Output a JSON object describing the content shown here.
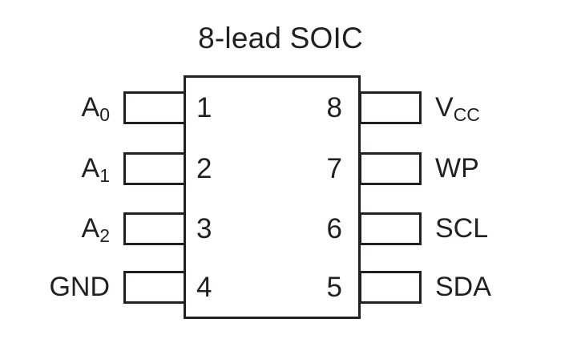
{
  "diagram": {
    "title": "8-lead SOIC",
    "package_type": "SOIC",
    "lead_count": 8,
    "line_color": "#231f20",
    "background_color": "#ffffff"
  },
  "pins": {
    "left": [
      {
        "number": "1",
        "label": "A",
        "subscript": "0",
        "full_label": "A0"
      },
      {
        "number": "2",
        "label": "A",
        "subscript": "1",
        "full_label": "A1"
      },
      {
        "number": "3",
        "label": "A",
        "subscript": "2",
        "full_label": "A2"
      },
      {
        "number": "4",
        "label": "GND",
        "subscript": "",
        "full_label": "GND"
      }
    ],
    "right": [
      {
        "number": "8",
        "label": "V",
        "subscript": "CC",
        "full_label": "VCC"
      },
      {
        "number": "7",
        "label": "WP",
        "subscript": "",
        "full_label": "WP"
      },
      {
        "number": "6",
        "label": "SCL",
        "subscript": "",
        "full_label": "SCL"
      },
      {
        "number": "5",
        "label": "SDA",
        "subscript": "",
        "full_label": "SDA"
      }
    ]
  },
  "rows": {
    "tops": [
      114,
      190,
      265,
      338
    ]
  }
}
